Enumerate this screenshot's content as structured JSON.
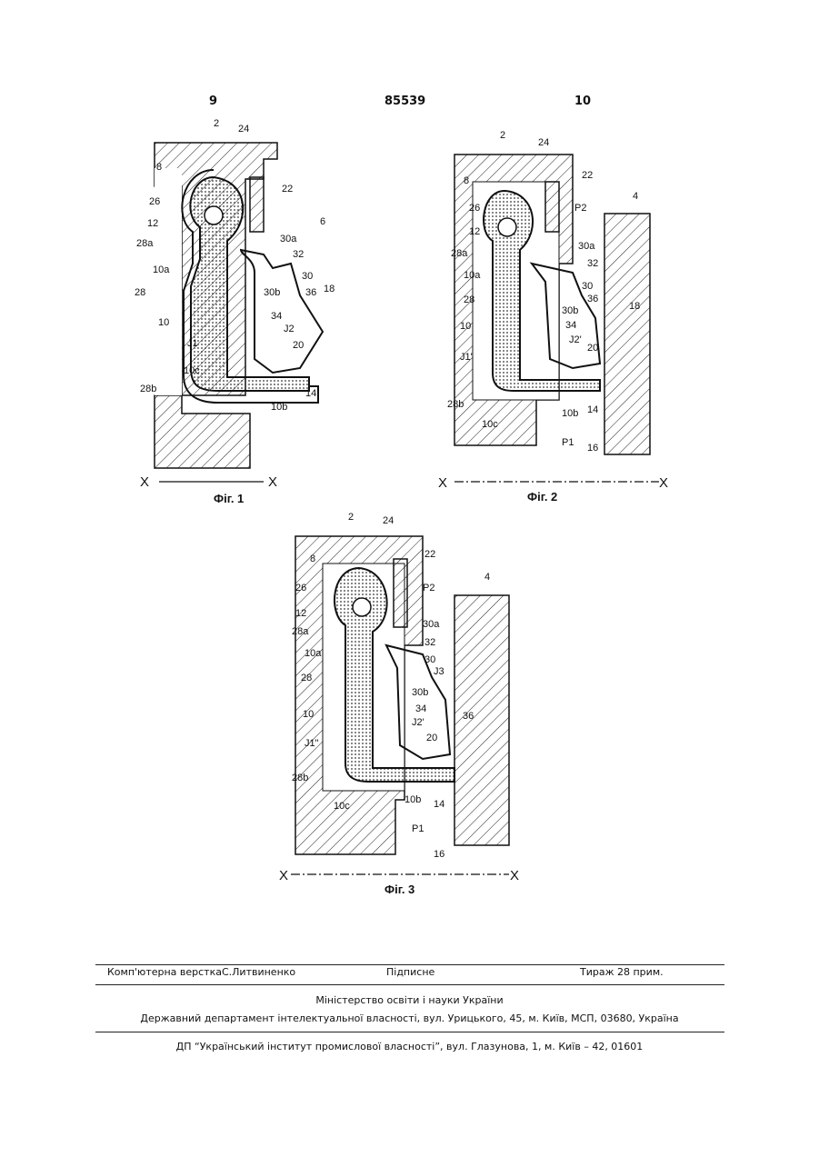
{
  "header": {
    "page_left": "9",
    "patent_number": "85539",
    "page_right": "10"
  },
  "figures": [
    {
      "caption": "Фіг. 1",
      "axis": "X",
      "labels": [
        "2",
        "24",
        "8",
        "22",
        "26",
        "12",
        "6",
        "30a",
        "28a",
        "32",
        "10a",
        "30",
        "28",
        "30b",
        "36",
        "18",
        "34",
        "J2",
        "10",
        "J1",
        "20",
        "10c",
        "28b",
        "14",
        "10b"
      ]
    },
    {
      "caption": "Фіг. 2",
      "axis": "X",
      "labels": [
        "2",
        "24",
        "8",
        "22",
        "4",
        "26",
        "P2",
        "12",
        "30a",
        "28a",
        "32",
        "10a",
        "30",
        "36",
        "28",
        "30b",
        "18",
        "34",
        "10",
        "J2'",
        "J1'",
        "20",
        "28b",
        "10c",
        "10b",
        "14",
        "P1",
        "16"
      ]
    },
    {
      "caption": "Фіг. 3",
      "axis": "X",
      "labels": [
        "2",
        "24",
        "8",
        "22",
        "26",
        "P2",
        "4",
        "12",
        "30a",
        "28a",
        "32",
        "10a",
        "30",
        "J3",
        "28",
        "30b",
        "34",
        "36",
        "10",
        "J2'",
        "20",
        "J1\"",
        "28b",
        "10c",
        "10b",
        "14",
        "P1",
        "16"
      ]
    }
  ],
  "footer": {
    "composer": "Комп'ютерна версткаС.Литвиненко",
    "signed": "Підписне",
    "circulation": "Тираж 28 прим.",
    "ministry": "Міністерство освіти і науки України",
    "department": "Державний департамент інтелектуальної власності, вул. Урицького, 45, м. Київ, МСП, 03680, Україна",
    "institute": "ДП “Український інститут промислової власності”, вул. Глазунова, 1, м. Київ – 42, 01601"
  }
}
